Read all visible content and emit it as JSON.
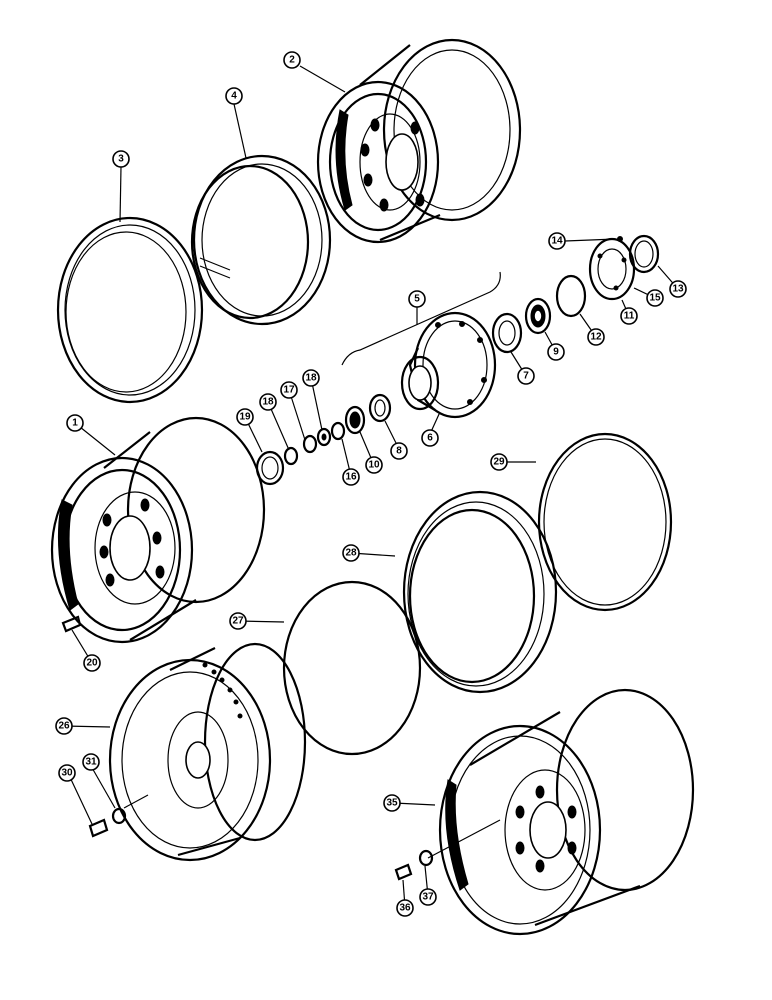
{
  "callouts": {
    "c1": "1",
    "c2": "2",
    "c3": "3",
    "c4": "4",
    "c5": "5",
    "c6": "6",
    "c7": "7",
    "c8": "8",
    "c9": "9",
    "c10": "10",
    "c11": "11",
    "c12": "12",
    "c13": "13",
    "c14": "14",
    "c15": "15",
    "c16": "16",
    "c17": "17",
    "c18a": "18",
    "c18b": "18",
    "c19": "19",
    "c20": "20",
    "c26": "26",
    "c27": "27",
    "c28": "28",
    "c29": "29",
    "c30": "30",
    "c31": "31",
    "c35": "35",
    "c36": "36",
    "c37": "37"
  }
}
